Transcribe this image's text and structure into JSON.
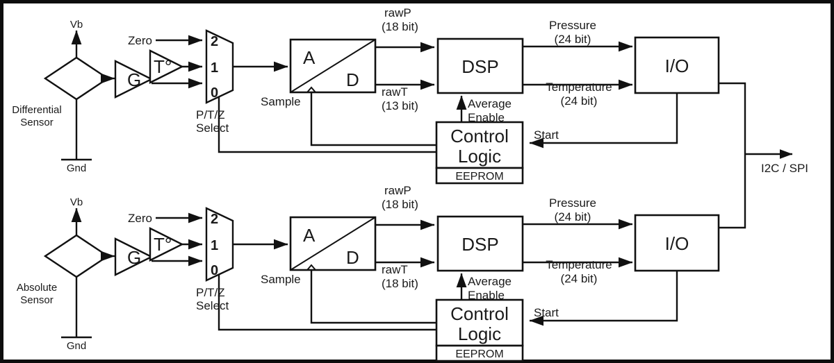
{
  "diagram": {
    "title": "Dual sensor signal chain block diagram",
    "output_bus_label": "I2C / SPI",
    "colors": {
      "line": "#111111",
      "text": "#1a1a1a",
      "background": "#ffffff",
      "frame": "#0d0d0d"
    },
    "channels": [
      {
        "id": "top",
        "sensor_label_line1": "Differential",
        "sensor_label_line2": "Sensor",
        "supply_label": "Vb",
        "ground_label": "Gnd",
        "amp_label": "G",
        "temp_label": "T°",
        "zero_label": "Zero",
        "mux_inputs": [
          "2",
          "1",
          "0"
        ],
        "mux_select_line1": "P/T/Z",
        "mux_select_line2": "Select",
        "adc_a": "A",
        "adc_d": "D",
        "sample_label": "Sample",
        "rawp_label": "rawP",
        "rawp_bits": "(18 bit)",
        "rawt_label": "rawT",
        "rawt_bits": "(13 bit)",
        "dsp_label": "DSP",
        "pressure_label": "Pressure",
        "pressure_bits": "(24 bit)",
        "temperature_label": "Temperature",
        "temperature_bits": "(24 bit)",
        "io_label": "I/O",
        "control_line1": "Control",
        "control_line2": "Logic",
        "eeprom_label": "EEPROM",
        "average_line1": "Average",
        "average_line2": "Enable",
        "start_label": "Start"
      },
      {
        "id": "bottom",
        "sensor_label_line1": "Absolute",
        "sensor_label_line2": "Sensor",
        "supply_label": "Vb",
        "ground_label": "Gnd",
        "amp_label": "G",
        "temp_label": "T°",
        "zero_label": "Zero",
        "mux_inputs": [
          "2",
          "1",
          "0"
        ],
        "mux_select_line1": "P/T/Z",
        "mux_select_line2": "Select",
        "adc_a": "A",
        "adc_d": "D",
        "sample_label": "Sample",
        "rawp_label": "rawP",
        "rawp_bits": "(18 bit)",
        "rawt_label": "rawT",
        "rawt_bits": "(18 bit)",
        "dsp_label": "DSP",
        "pressure_label": "Pressure",
        "pressure_bits": "(24 bit)",
        "temperature_label": "Temperature",
        "temperature_bits": "(24 bit)",
        "io_label": "I/O",
        "control_line1": "Control",
        "control_line2": "Logic",
        "eeprom_label": "EEPROM",
        "average_line1": "Average",
        "average_line2": "Enable",
        "start_label": "Start"
      }
    ]
  }
}
